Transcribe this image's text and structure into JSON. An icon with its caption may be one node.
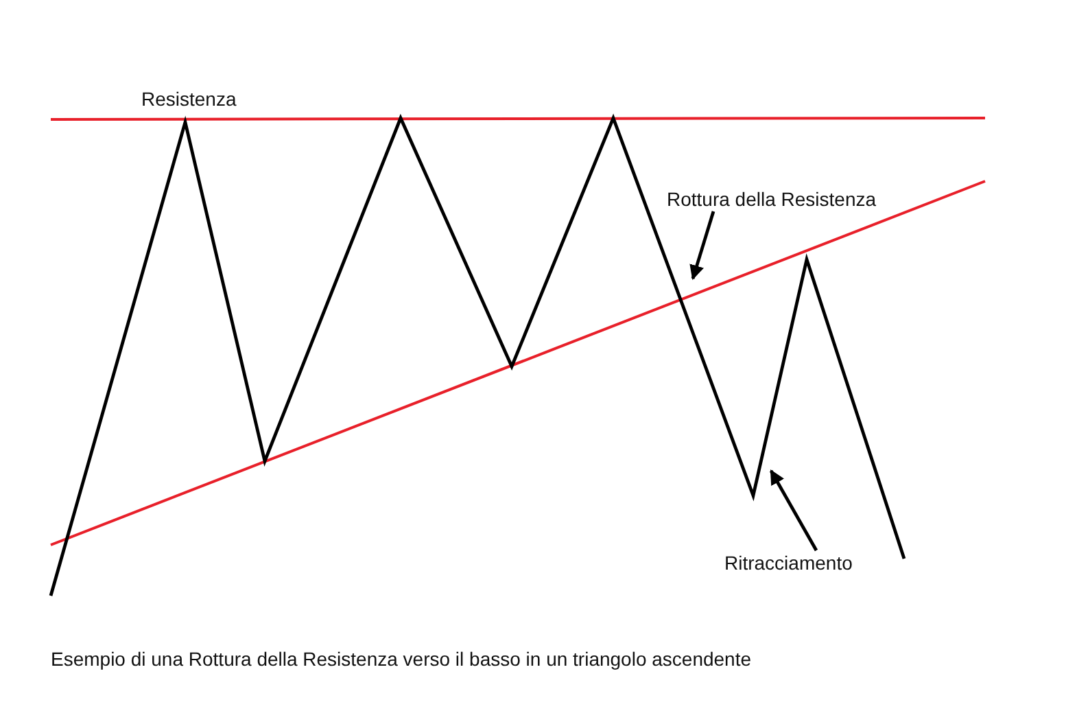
{
  "diagram": {
    "caption": "Esempio di una Rottura della Resistenza verso il basso in un triangolo ascendente",
    "nodes": [
      {
        "text": [
          "Rottura della Resistenza"
        ]
      },
      {
        "text": [
          "Ritracciamento"
        ]
      }
    ],
    "edges": [
      {
        "from": 0,
        "to": null,
        "arrow": "to"
      },
      {
        "from": 1,
        "to": null,
        "arrow": "to"
      }
    ],
    "labels": [
      "Resistenza"
    ]
  }
}
